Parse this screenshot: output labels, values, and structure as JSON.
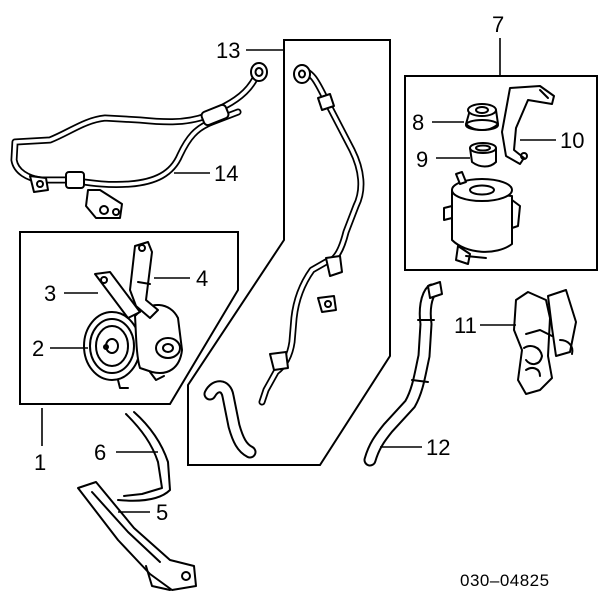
{
  "callouts": [
    {
      "id": "1",
      "label": "1"
    },
    {
      "id": "2",
      "label": "2"
    },
    {
      "id": "3",
      "label": "3"
    },
    {
      "id": "4",
      "label": "4"
    },
    {
      "id": "5",
      "label": "5"
    },
    {
      "id": "6",
      "label": "6"
    },
    {
      "id": "7",
      "label": "7"
    },
    {
      "id": "8",
      "label": "8"
    },
    {
      "id": "9",
      "label": "9"
    },
    {
      "id": "10",
      "label": "10"
    },
    {
      "id": "11",
      "label": "11"
    },
    {
      "id": "12",
      "label": "12"
    },
    {
      "id": "13",
      "label": "13"
    },
    {
      "id": "14",
      "label": "14"
    }
  ],
  "reference_code": "030–04825"
}
